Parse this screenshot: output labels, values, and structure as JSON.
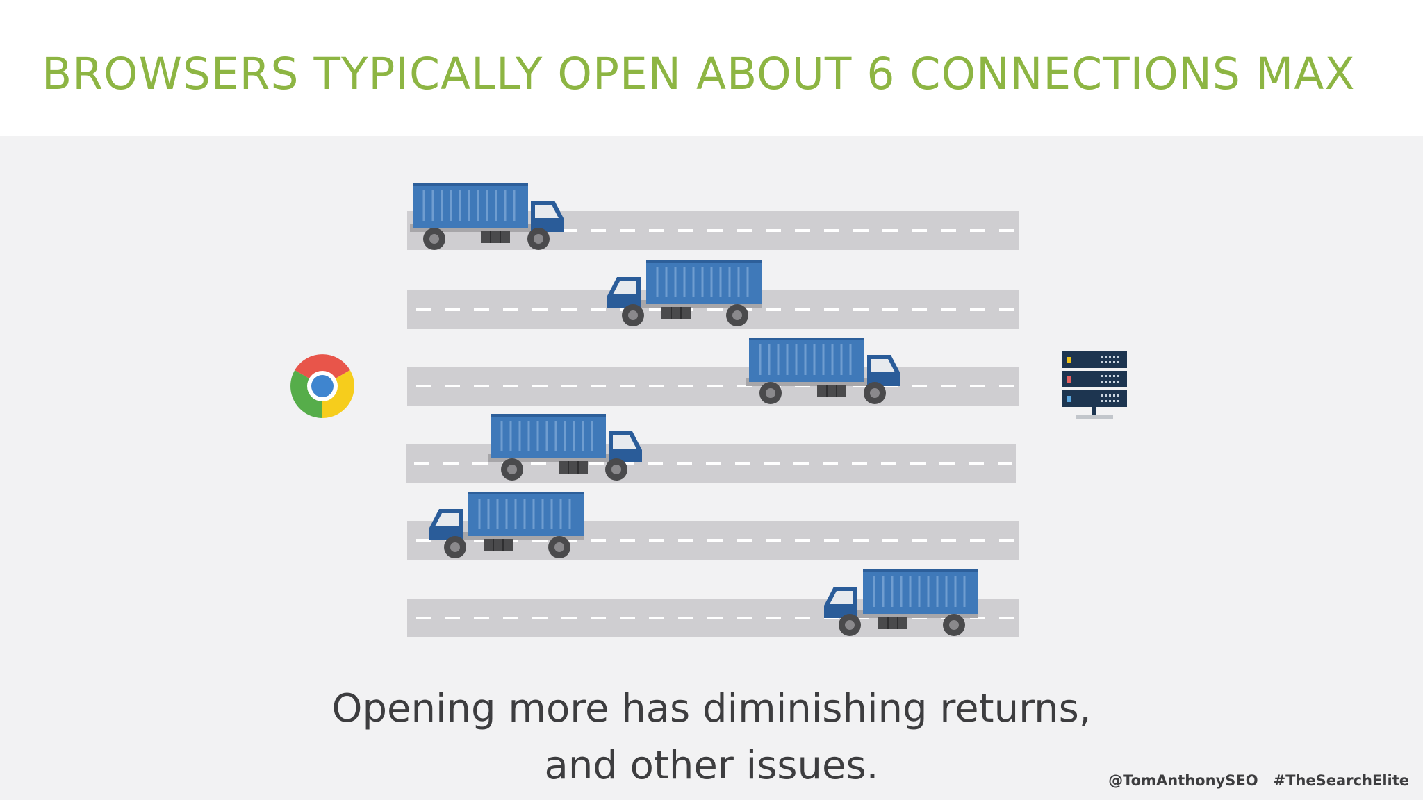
{
  "slide": {
    "title": "BROWSERS TYPICALLY OPEN ABOUT 6 CONNECTIONS MAX",
    "caption_line1": "Opening more has diminishing returns,",
    "caption_line2": "and other issues.",
    "footer_handle": "@TomAnthonySEO",
    "footer_hashtag": "#TheSearchElite"
  },
  "diagram": {
    "client_icon": "chrome-browser-icon",
    "server_icon": "server-rack-icon",
    "lane_count": 6,
    "truck_icon": "truck-icon"
  },
  "colors": {
    "title": "#8db543",
    "road": "#cfced1",
    "container": "#3f79b9",
    "cab": "#2a5c99",
    "text": "#3d3d3f"
  }
}
